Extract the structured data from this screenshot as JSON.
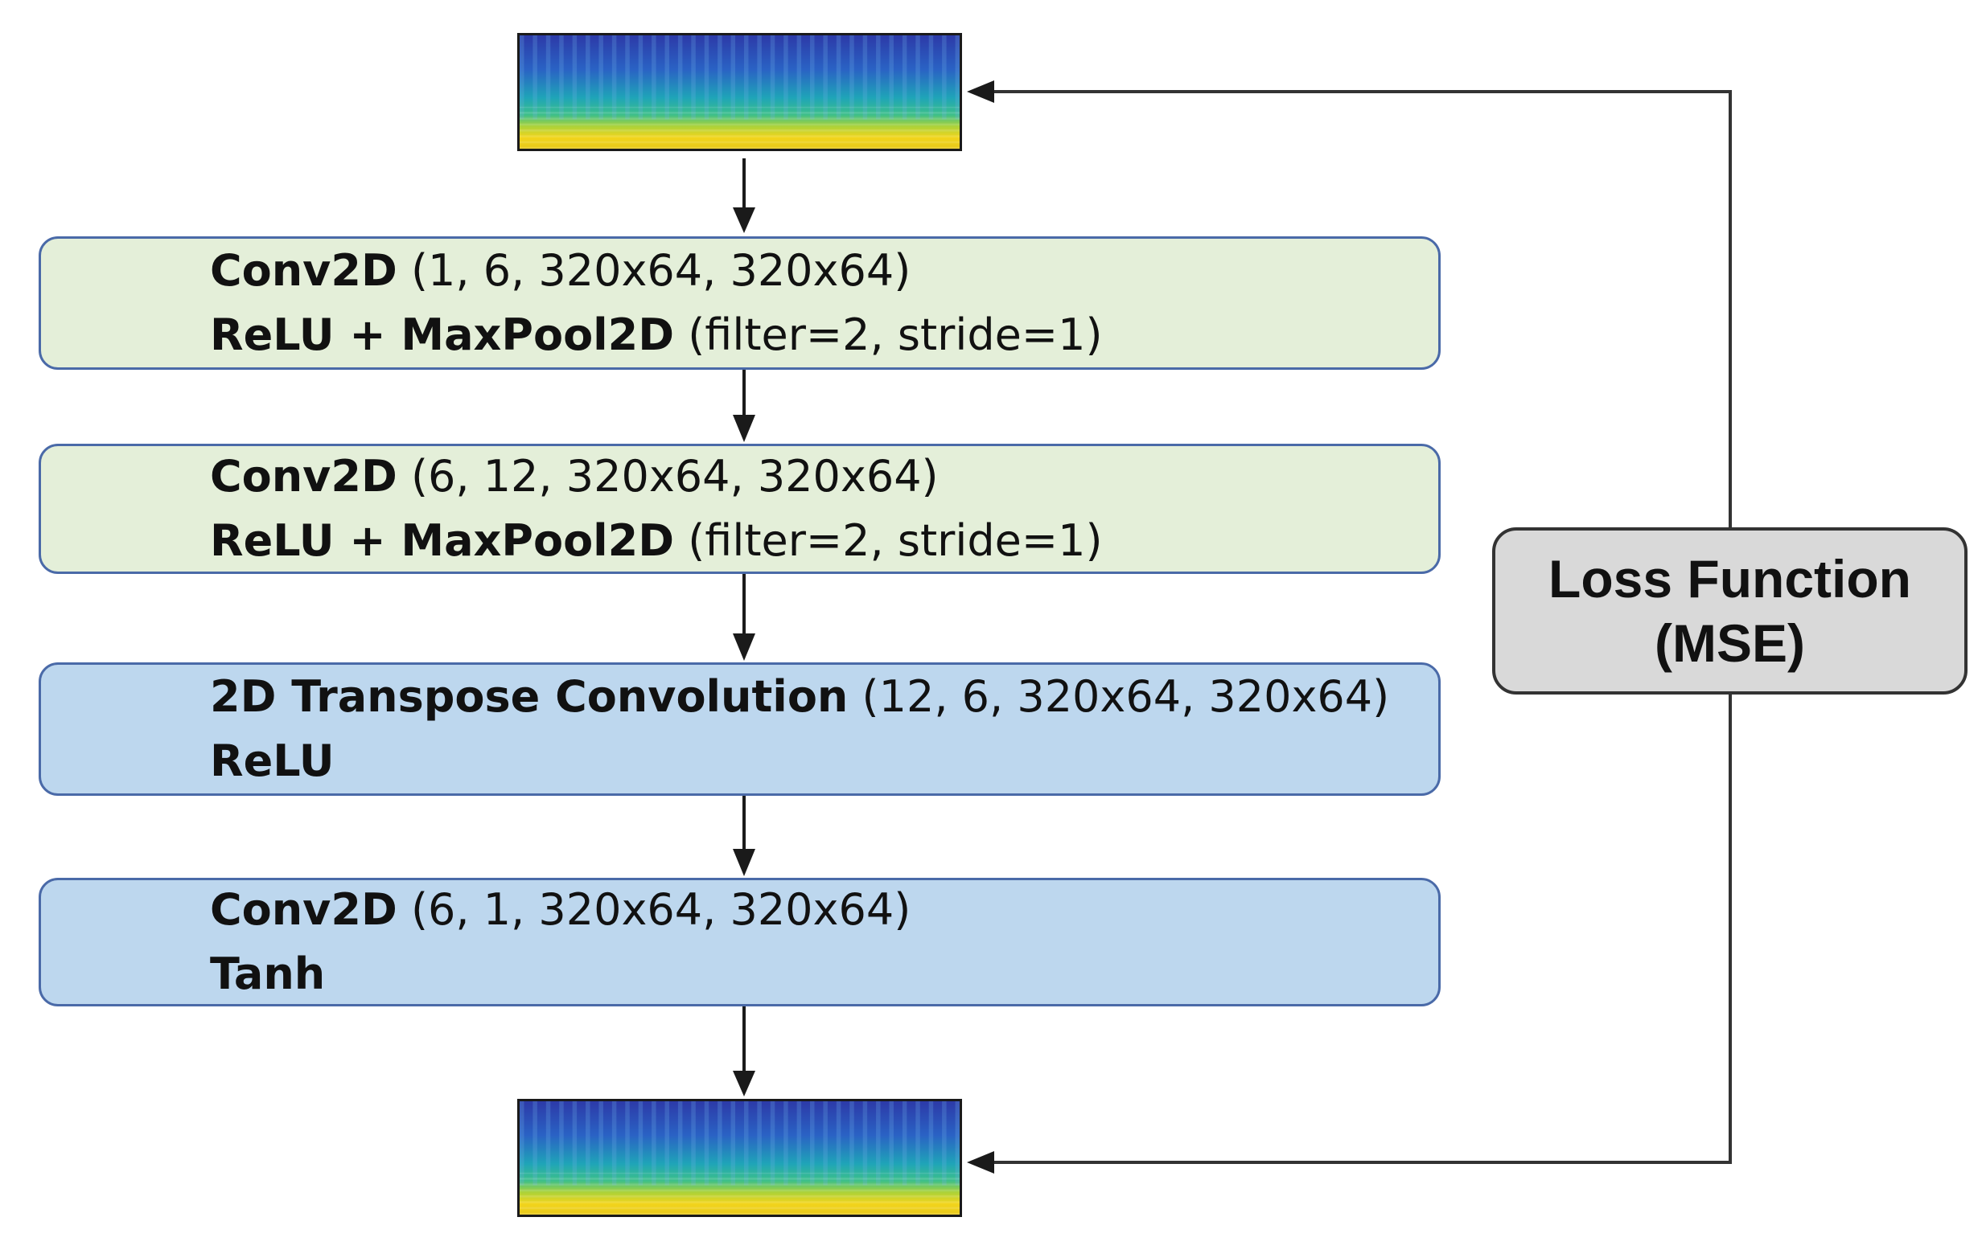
{
  "colors": {
    "encoder_fill": "#e4efd9",
    "decoder_fill": "#bdd7ee",
    "layer_border": "#4a6aa8",
    "loss_fill": "#d9d9d9",
    "arrow": "#1a1a1a",
    "spectrogram_low": "#2c3aa8",
    "spectrogram_mid": "#1fa4b8",
    "spectrogram_high": "#f2d51c"
  },
  "layers": [
    {
      "type": "encoder",
      "line1": {
        "op": "Conv2D",
        "params": " (1, 6, 320x64, 320x64)"
      },
      "line2": {
        "op": "ReLU + MaxPool2D",
        "params": " (filter=2, stride=1)"
      }
    },
    {
      "type": "encoder",
      "line1": {
        "op": "Conv2D",
        "params": " (6, 12, 320x64, 320x64)"
      },
      "line2": {
        "op": "ReLU + MaxPool2D",
        "params": " (filter=2, stride=1)"
      }
    },
    {
      "type": "decoder",
      "line1": {
        "op": "2D Transpose Convolution",
        "params": " (12, 6, 320x64, 320x64)"
      },
      "line2": {
        "op": "ReLU",
        "params": ""
      }
    },
    {
      "type": "decoder",
      "line1": {
        "op": "Conv2D",
        "params": " (6, 1, 320x64, 320x64)"
      },
      "line2": {
        "op": "Tanh",
        "params": ""
      }
    }
  ],
  "loss": {
    "line1": "Loss Function",
    "line2": "(MSE)"
  }
}
